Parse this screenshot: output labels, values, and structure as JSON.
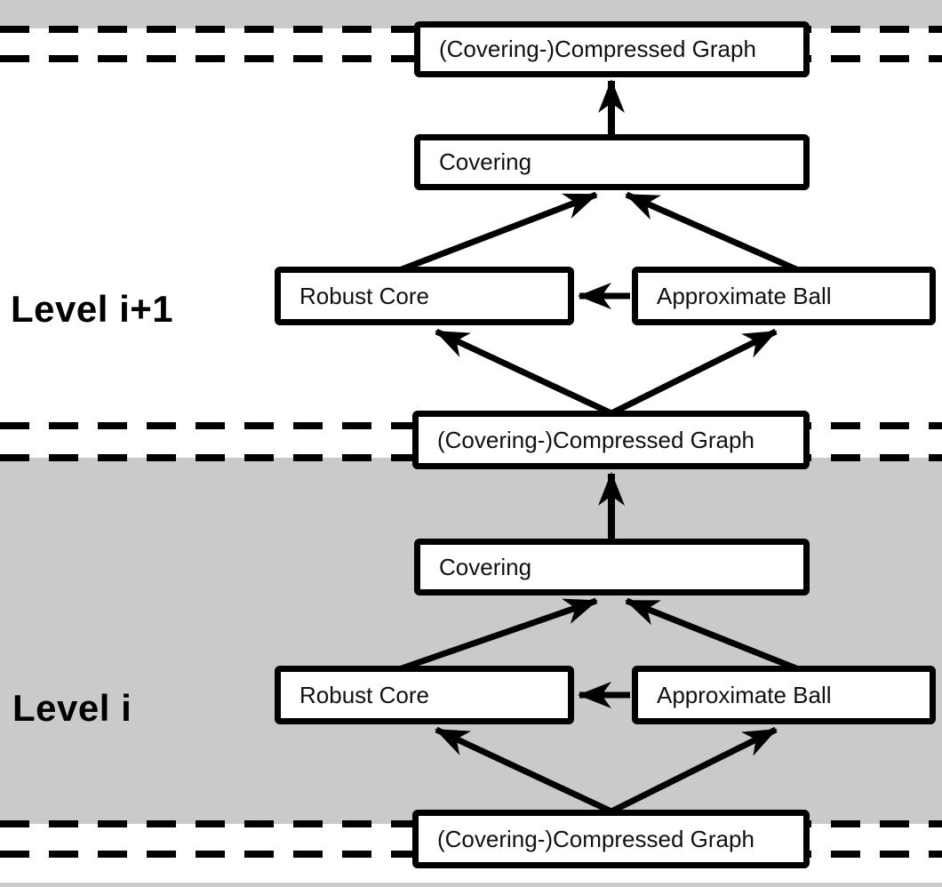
{
  "diagram": {
    "level_labels": [
      {
        "id": "level-i-plus-1",
        "label": "Level i+1"
      },
      {
        "id": "level-i",
        "label": "Level i"
      }
    ],
    "boxes": [
      {
        "id": "cg-top",
        "label": "(Covering-)Compressed Graph"
      },
      {
        "id": "covering-i-plus-1",
        "label": "Covering"
      },
      {
        "id": "robust-core-i-plus-1",
        "label": "Robust Core"
      },
      {
        "id": "approx-ball-i-plus-1",
        "label": "Approximate Ball"
      },
      {
        "id": "cg-mid",
        "label": "(Covering-)Compressed Graph"
      },
      {
        "id": "covering-i",
        "label": "Covering"
      },
      {
        "id": "robust-core-i",
        "label": "Robust Core"
      },
      {
        "id": "approx-ball-i",
        "label": "Approximate Ball"
      },
      {
        "id": "cg-bottom",
        "label": "(Covering-)Compressed Graph"
      }
    ],
    "edges": [
      {
        "level": "i+1",
        "from": "Covering",
        "to": "(Covering-)Compressed Graph"
      },
      {
        "level": "i+1",
        "from": "Robust Core",
        "to": "Covering"
      },
      {
        "level": "i+1",
        "from": "Approximate Ball",
        "to": "Covering"
      },
      {
        "level": "i+1",
        "from": "Approximate Ball",
        "to": "Robust Core"
      },
      {
        "level": "i+1",
        "from": "(Covering-)Compressed Graph",
        "to": "Robust Core"
      },
      {
        "level": "i+1",
        "from": "(Covering-)Compressed Graph",
        "to": "Approximate Ball"
      },
      {
        "level": "i",
        "from": "Covering",
        "to": "(Covering-)Compressed Graph"
      },
      {
        "level": "i",
        "from": "Robust Core",
        "to": "Covering"
      },
      {
        "level": "i",
        "from": "Approximate Ball",
        "to": "Covering"
      },
      {
        "level": "i",
        "from": "Approximate Ball",
        "to": "Robust Core"
      },
      {
        "level": "i",
        "from": "(Covering-)Compressed Graph",
        "to": "Robust Core"
      },
      {
        "level": "i",
        "from": "(Covering-)Compressed Graph",
        "to": "Approximate Ball"
      }
    ],
    "colors": {
      "line": "#000000",
      "level_i_background": "#cacaca",
      "level_i_plus_1_background": "#ffffff",
      "box_fill": "#ffffff",
      "box_border": "#000000"
    }
  }
}
